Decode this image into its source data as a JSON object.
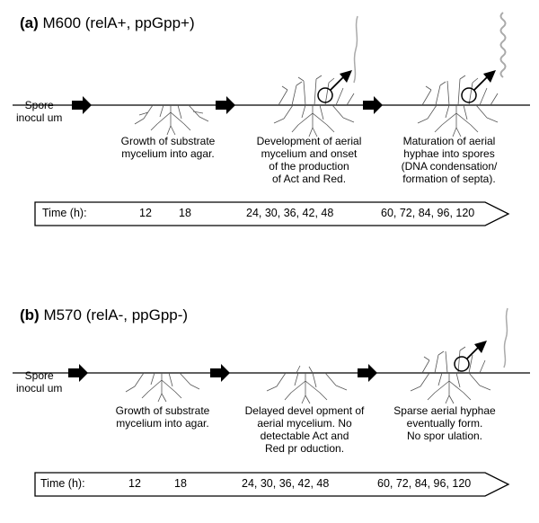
{
  "panel_a": {
    "title_tag": "(a)",
    "title_text": " M600 (relA+, ppGpp+)",
    "spore_line1": "Spore",
    "spore_line2": "inocul um",
    "stage1": [
      "Growth of substrate",
      "mycelium into agar."
    ],
    "stage2": [
      "Development of aerial",
      "mycelium and onset",
      "of the production",
      "of Act and Red."
    ],
    "stage3": [
      "Maturation of aerial",
      "hyphae into spores",
      "(DNA condensation/",
      "formation of septa)."
    ],
    "time_label": "Time (h):",
    "times": [
      "12",
      "18",
      "24, 30, 36, 42, 48",
      "60, 72, 84, 96, 120"
    ]
  },
  "panel_b": {
    "title_tag": "(b)",
    "title_text": " M570 (relA-, ppGpp-)",
    "spore_line1": "Spore",
    "spore_line2": "inocul um",
    "stage1": [
      "Growth of substrate",
      "mycelium into agar."
    ],
    "stage2": [
      "Delayed devel opment of",
      "aerial mycelium. No",
      "detectable Act and",
      "Red pr oduction."
    ],
    "stage3": [
      "Sparse aerial hyphae",
      "eventually form.",
      "No spor ulation."
    ],
    "time_label": "Time (h):",
    "times": [
      "12",
      "18",
      "24, 30, 36, 42, 48",
      "60, 72, 84, 96, 120"
    ]
  },
  "colors": {
    "ink": "#000000",
    "hyphae": "#888888",
    "spore_chain": "#aaaaaa"
  }
}
